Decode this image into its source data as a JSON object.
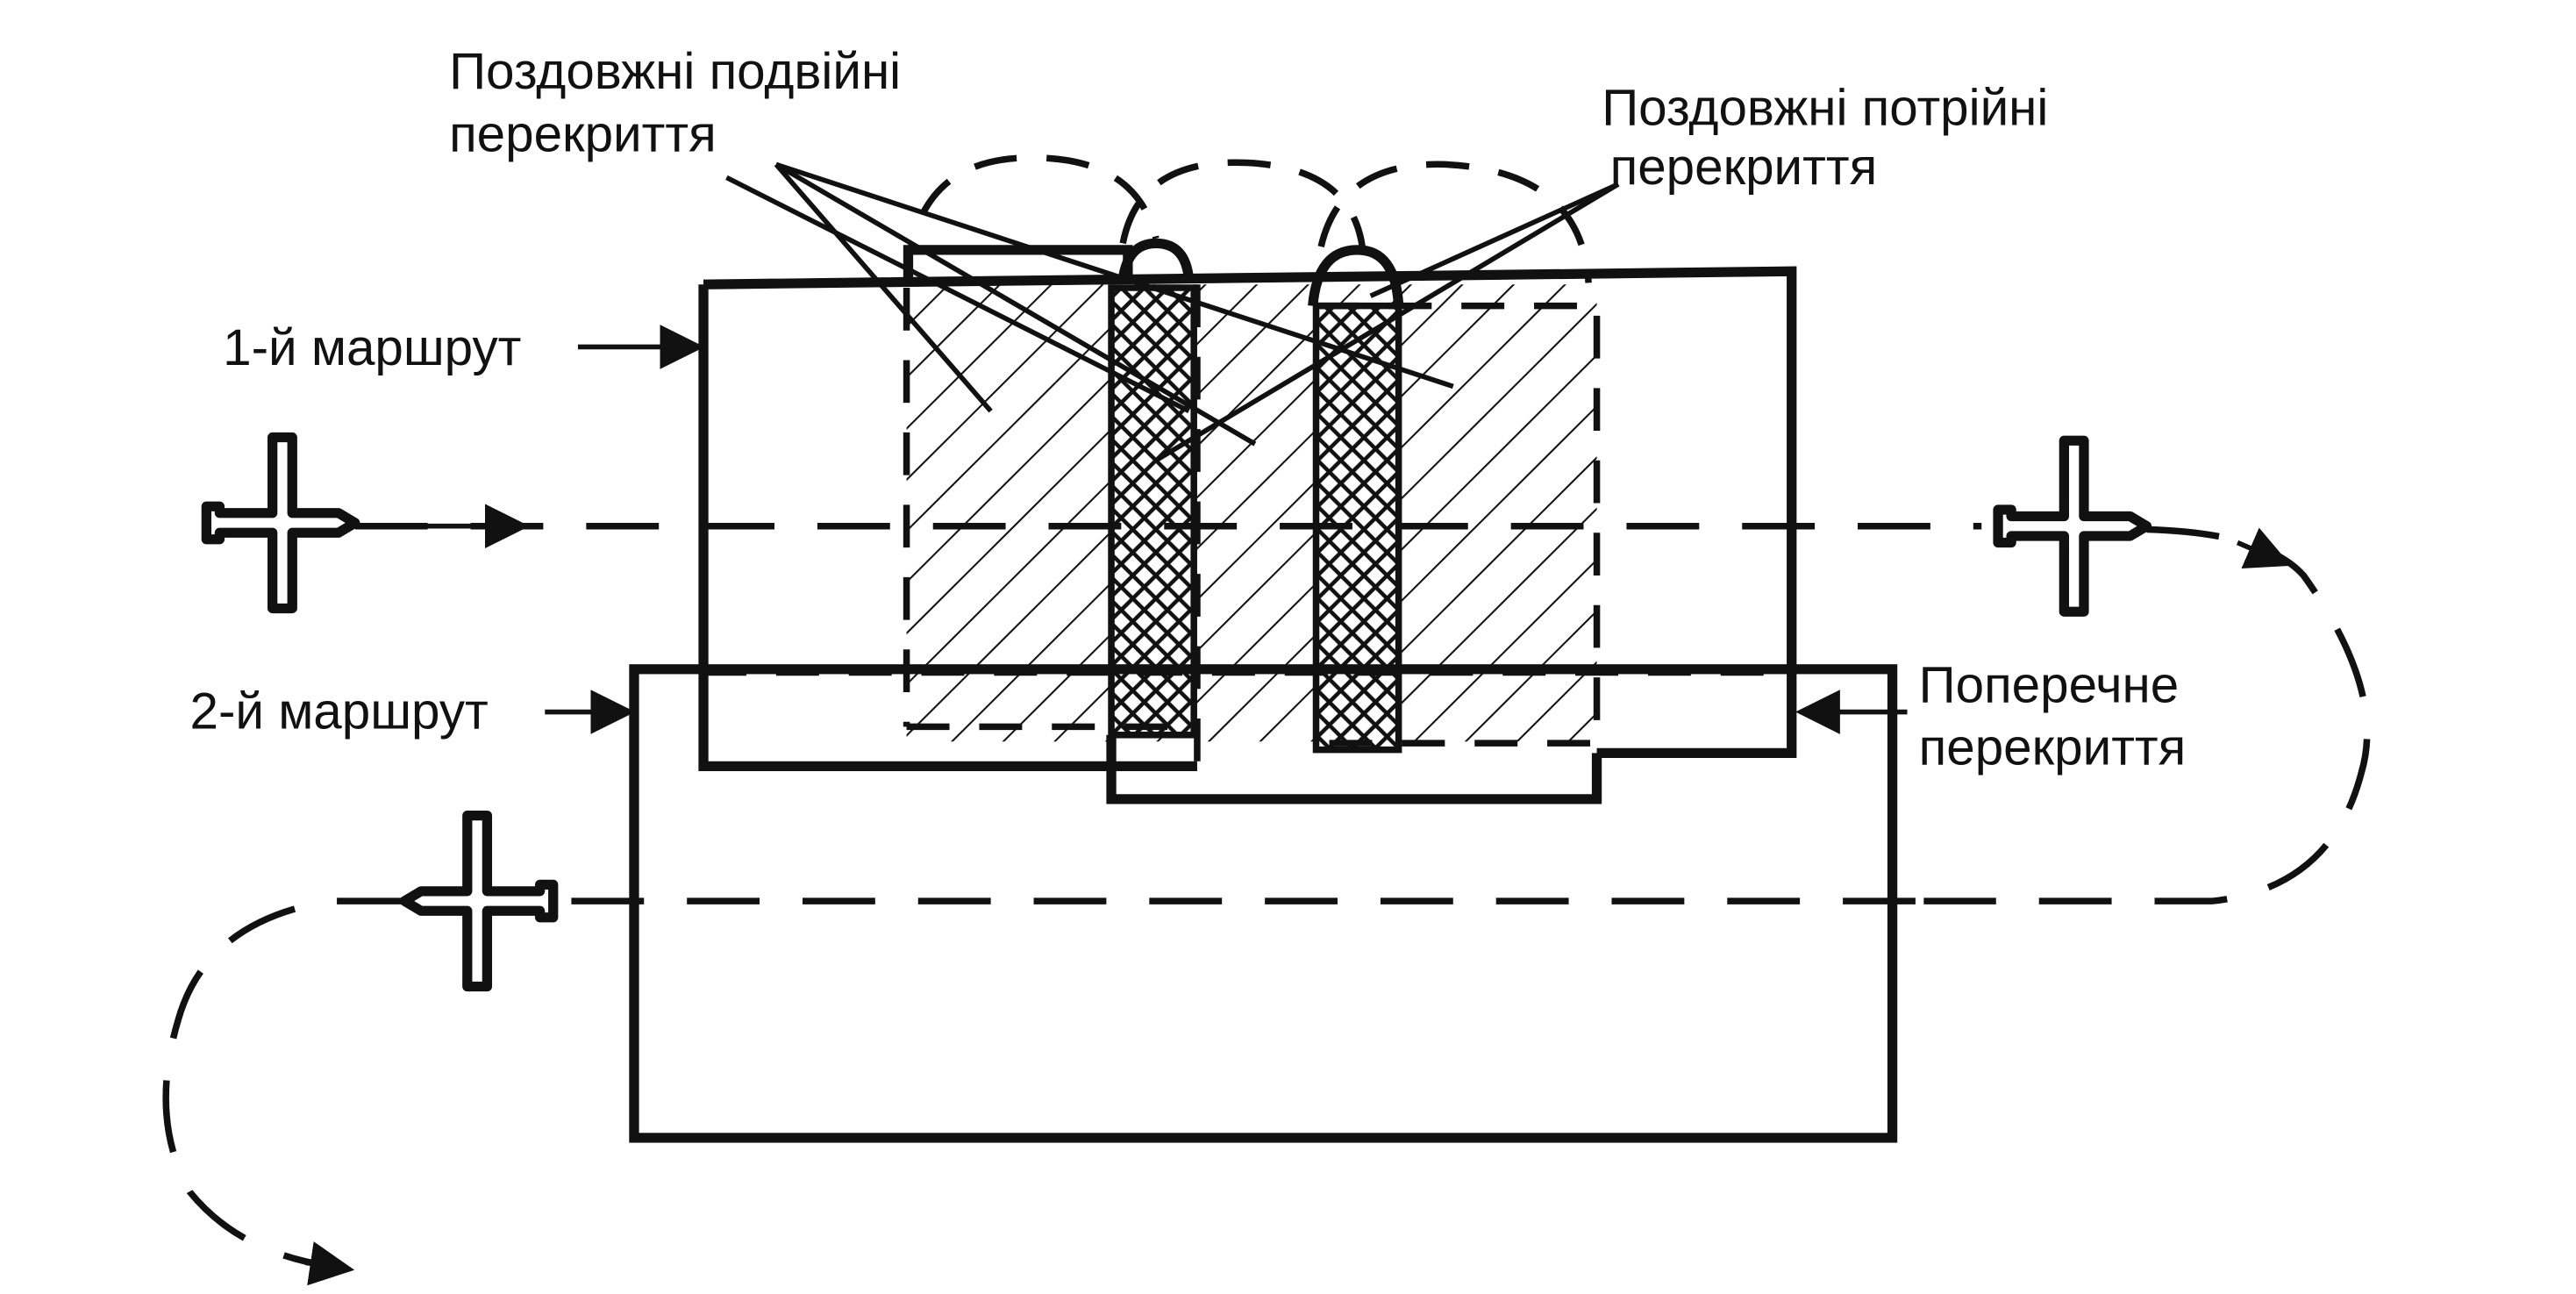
{
  "labels": {
    "double_overlap_line1": "Поздовжні подвійні",
    "double_overlap_line2": "перекриття",
    "triple_overlap_line1": "Поздовжні потрійні",
    "triple_overlap_line2": "перекриття",
    "route1": "1-й маршрут",
    "route2": "2-й маршрут",
    "transverse_line1": "Поперечне",
    "transverse_line2": "перекриття"
  },
  "colors": {
    "ink": "#111111",
    "background": "#ffffff"
  },
  "icons": [
    "airplane-icon",
    "arrow-icon"
  ]
}
